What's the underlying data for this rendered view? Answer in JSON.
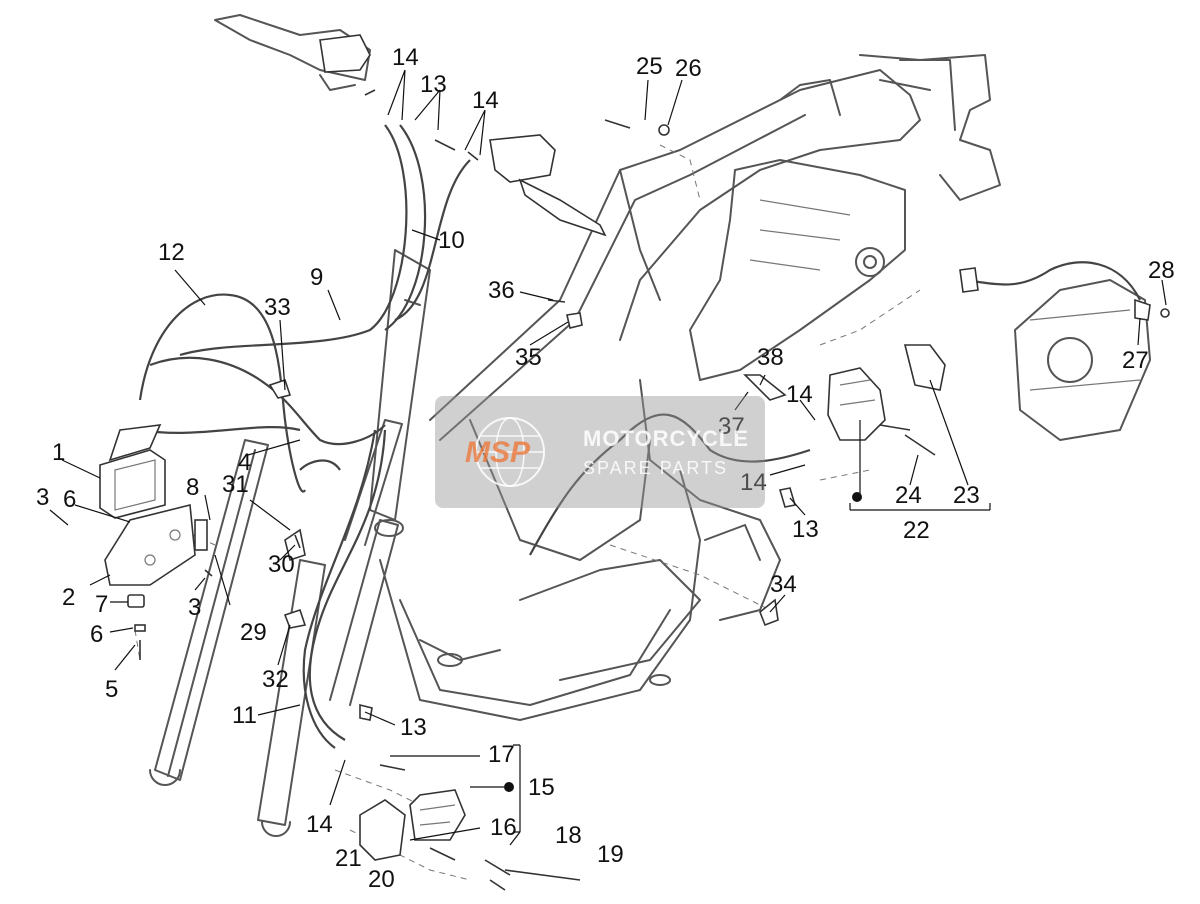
{
  "watermark": {
    "logo_text": "MSP",
    "line1": "MOTORCYCLE",
    "line2": "SPARE PARTS",
    "accent_color": "#e8763c"
  },
  "callouts": [
    "1",
    "2",
    "3",
    "3",
    "4",
    "5",
    "6",
    "6",
    "7",
    "8",
    "9",
    "10",
    "11",
    "12",
    "13",
    "13",
    "13",
    "14",
    "14",
    "14",
    "14",
    "14",
    "15",
    "16",
    "17",
    "18",
    "19",
    "20",
    "21",
    "22",
    "23",
    "24",
    "25",
    "26",
    "27",
    "28",
    "29",
    "30",
    "31",
    "32",
    "33",
    "34",
    "35",
    "36",
    "37",
    "38"
  ]
}
